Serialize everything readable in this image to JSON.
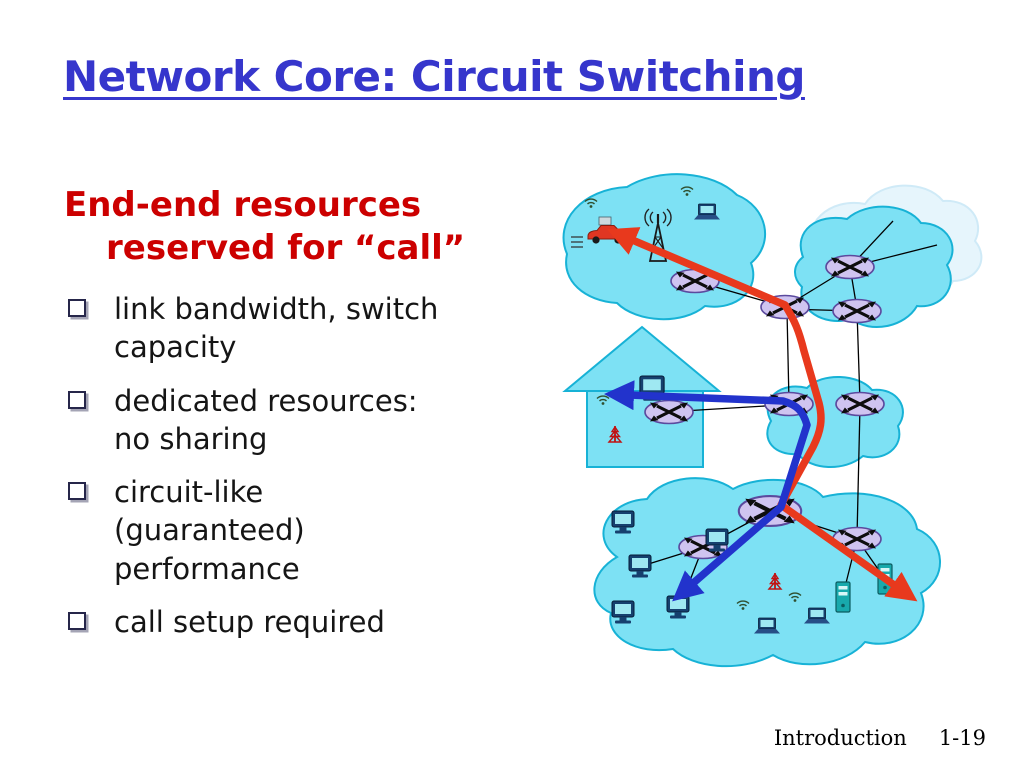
{
  "slide": {
    "title": "Network Core: Circuit Switching",
    "heading": "End-end resources reserved for “call”",
    "bullets": [
      "link bandwidth, switch capacity",
      "dedicated resources: no sharing",
      "circuit-like (guaranteed) performance",
      "call setup required"
    ],
    "footer": {
      "section": "Introduction",
      "page": "1-19"
    }
  },
  "colors": {
    "title_blue": "#3636cc",
    "heading_red": "#cc0000",
    "cloud_cyan": "#7de1f4",
    "cloud_edge": "#17b2d6",
    "arrow_red": "#e8391d",
    "arrow_blue": "#2233cc",
    "router_fill": "#cfc4f0"
  },
  "diagram": {
    "icons": [
      "car-icon",
      "antenna-tower-icon",
      "laptop-icon",
      "router-icon",
      "pc-icon",
      "house-icon",
      "server-icon",
      "wifi-icon",
      "broadcast-antenna-icon"
    ],
    "paths": [
      "red-circuit-path",
      "blue-circuit-path"
    ]
  }
}
